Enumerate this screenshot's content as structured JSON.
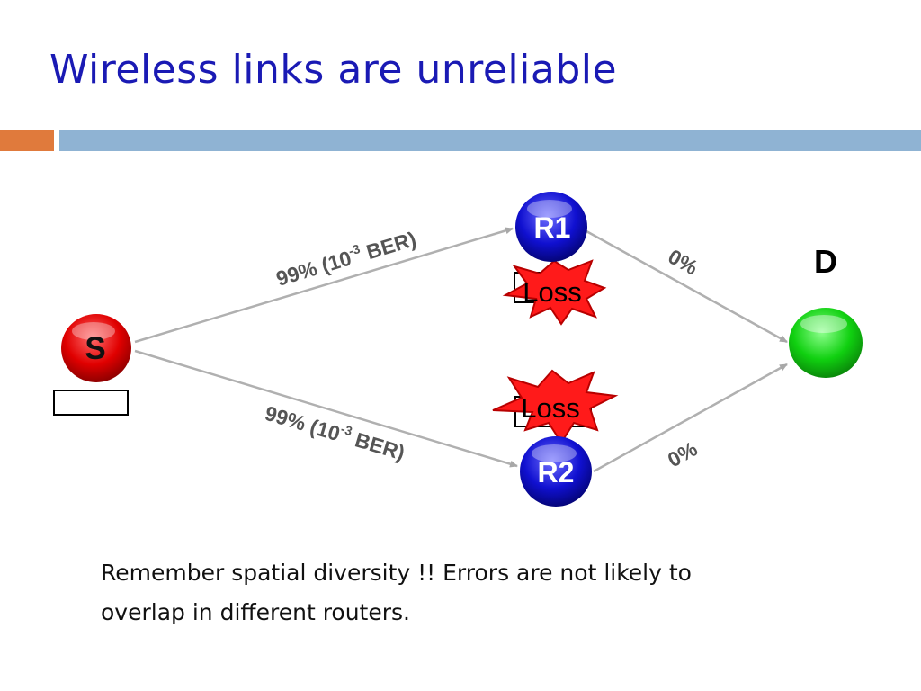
{
  "slide": {
    "title": "Wireless links are unreliable",
    "caption_lines": [
      "Remember spatial diversity !! Errors are not likely to",
      "overlap in different routers."
    ]
  },
  "diagram": {
    "nodes": {
      "source": {
        "label": "S",
        "color": "#e00000"
      },
      "relay1": {
        "label": "R1",
        "color": "#1010d0"
      },
      "relay2": {
        "label": "R2",
        "color": "#1010d0"
      },
      "destination": {
        "label": "D",
        "color": "#10d010"
      }
    },
    "links": {
      "s_r1": {
        "pct": "99% (10",
        "exp": "-3",
        "unit": " BER)"
      },
      "s_r2": {
        "pct": "99% (10",
        "exp": "-3",
        "unit": " BER)"
      },
      "r1_d": "0%",
      "r2_d": "0%"
    },
    "bursts": {
      "upper": "Loss",
      "lower": "Loss"
    },
    "colors": {
      "link_line": "#b0b0b0",
      "burst_fill": "#ff1a1a",
      "link_label": "#555555"
    }
  }
}
